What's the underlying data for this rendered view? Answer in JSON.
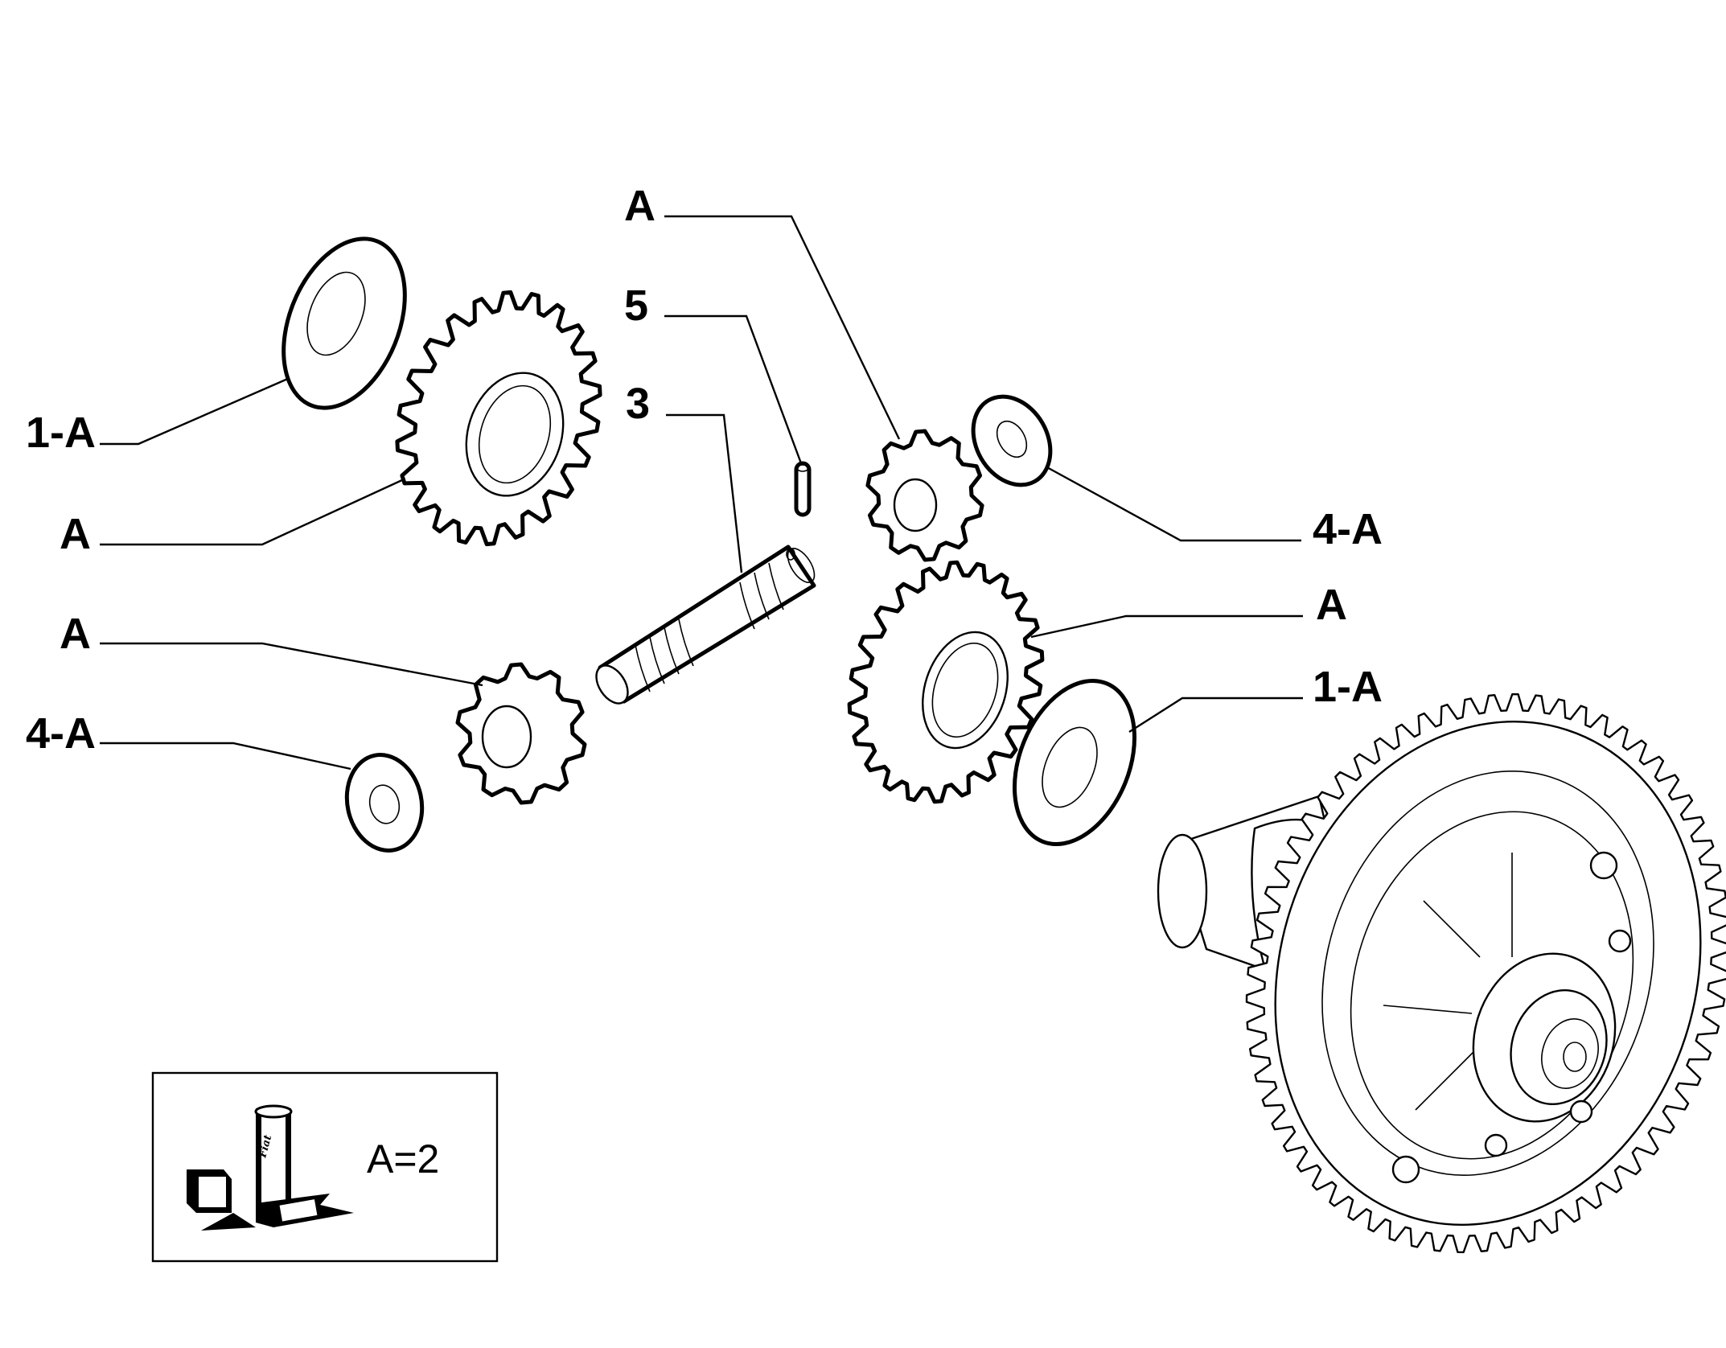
{
  "callouts": {
    "washer_top_left": "1-A",
    "gear_top_left": "A",
    "pinion_left": "A",
    "washer_left_small": "4-A",
    "pin": "5",
    "shaft": "3",
    "pinion_top": "A",
    "washer_right_small": "4-A",
    "gear_right": "A",
    "washer_right": "1-A"
  },
  "kit_box": {
    "quantity_label": "A=2",
    "logo_text": "Fiat"
  },
  "colors": {
    "line": "#000000",
    "background": "#ffffff"
  }
}
